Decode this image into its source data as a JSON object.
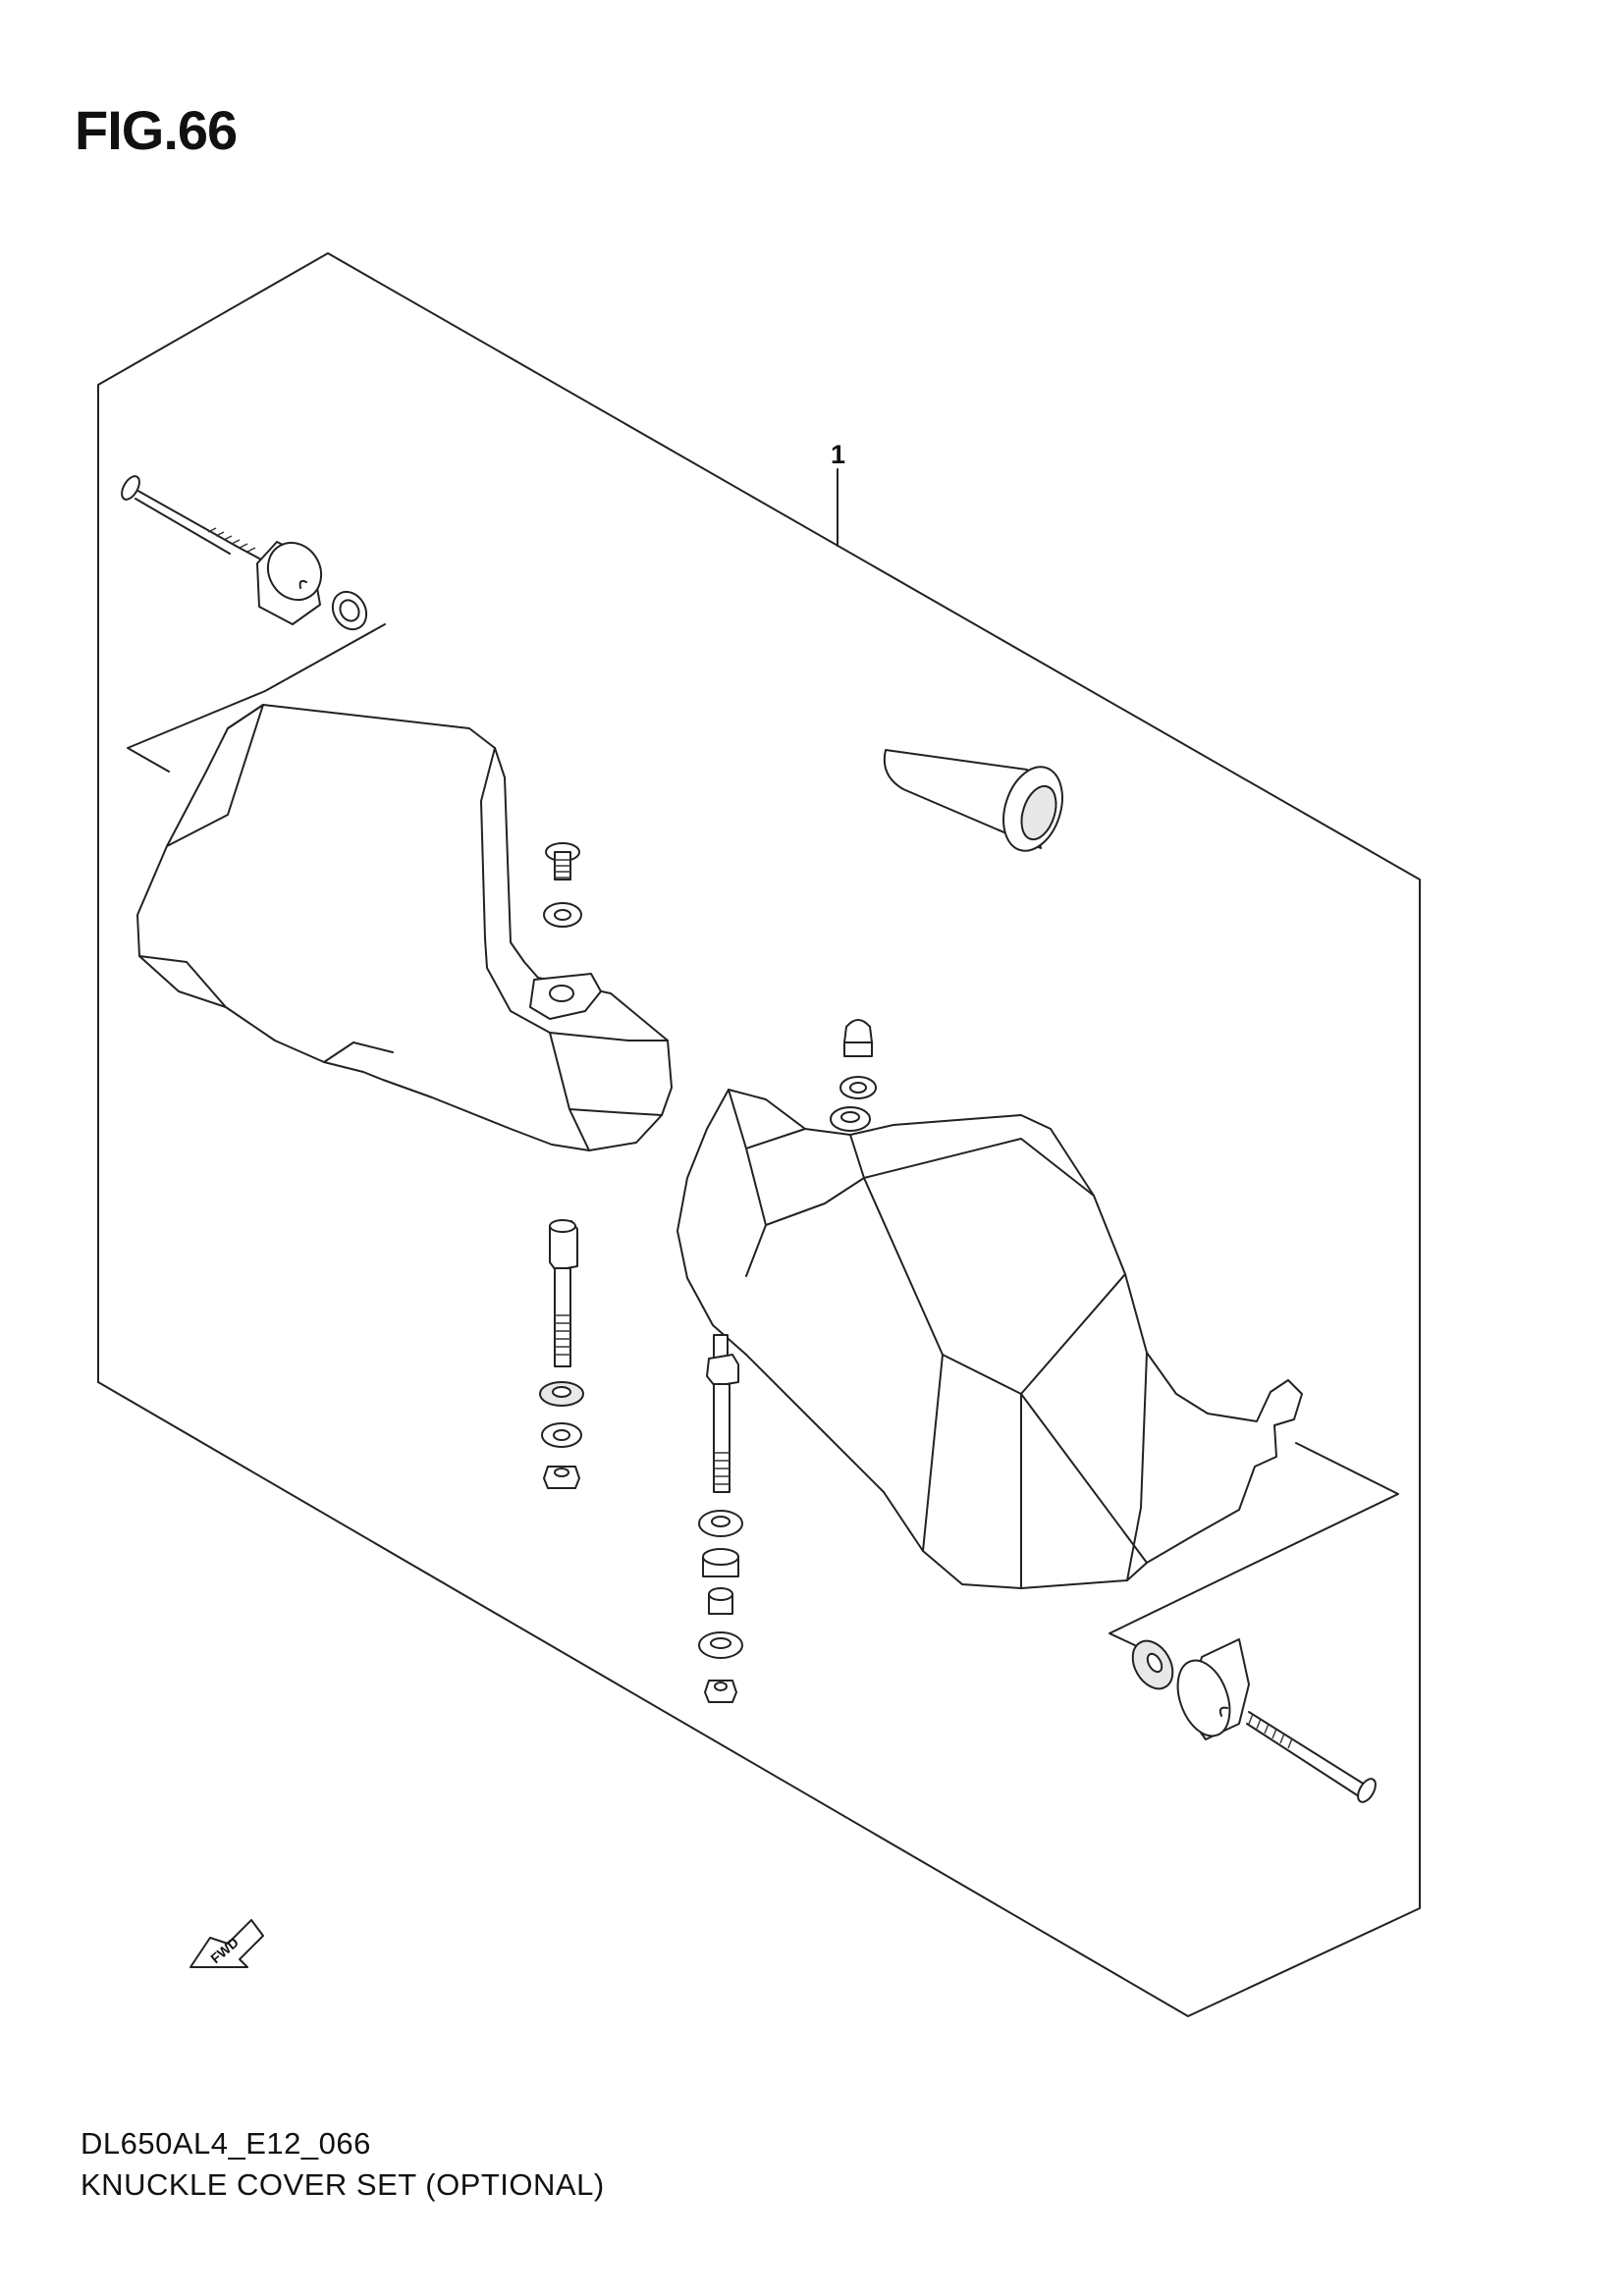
{
  "figure": {
    "title": "FIG.66"
  },
  "callouts": [
    {
      "label": "1"
    }
  ],
  "direction_marker": {
    "label": "FWD"
  },
  "footer": {
    "code": "DL650AL4_E12_066",
    "description": "KNUCKLE COVER SET (OPTIONAL)"
  }
}
